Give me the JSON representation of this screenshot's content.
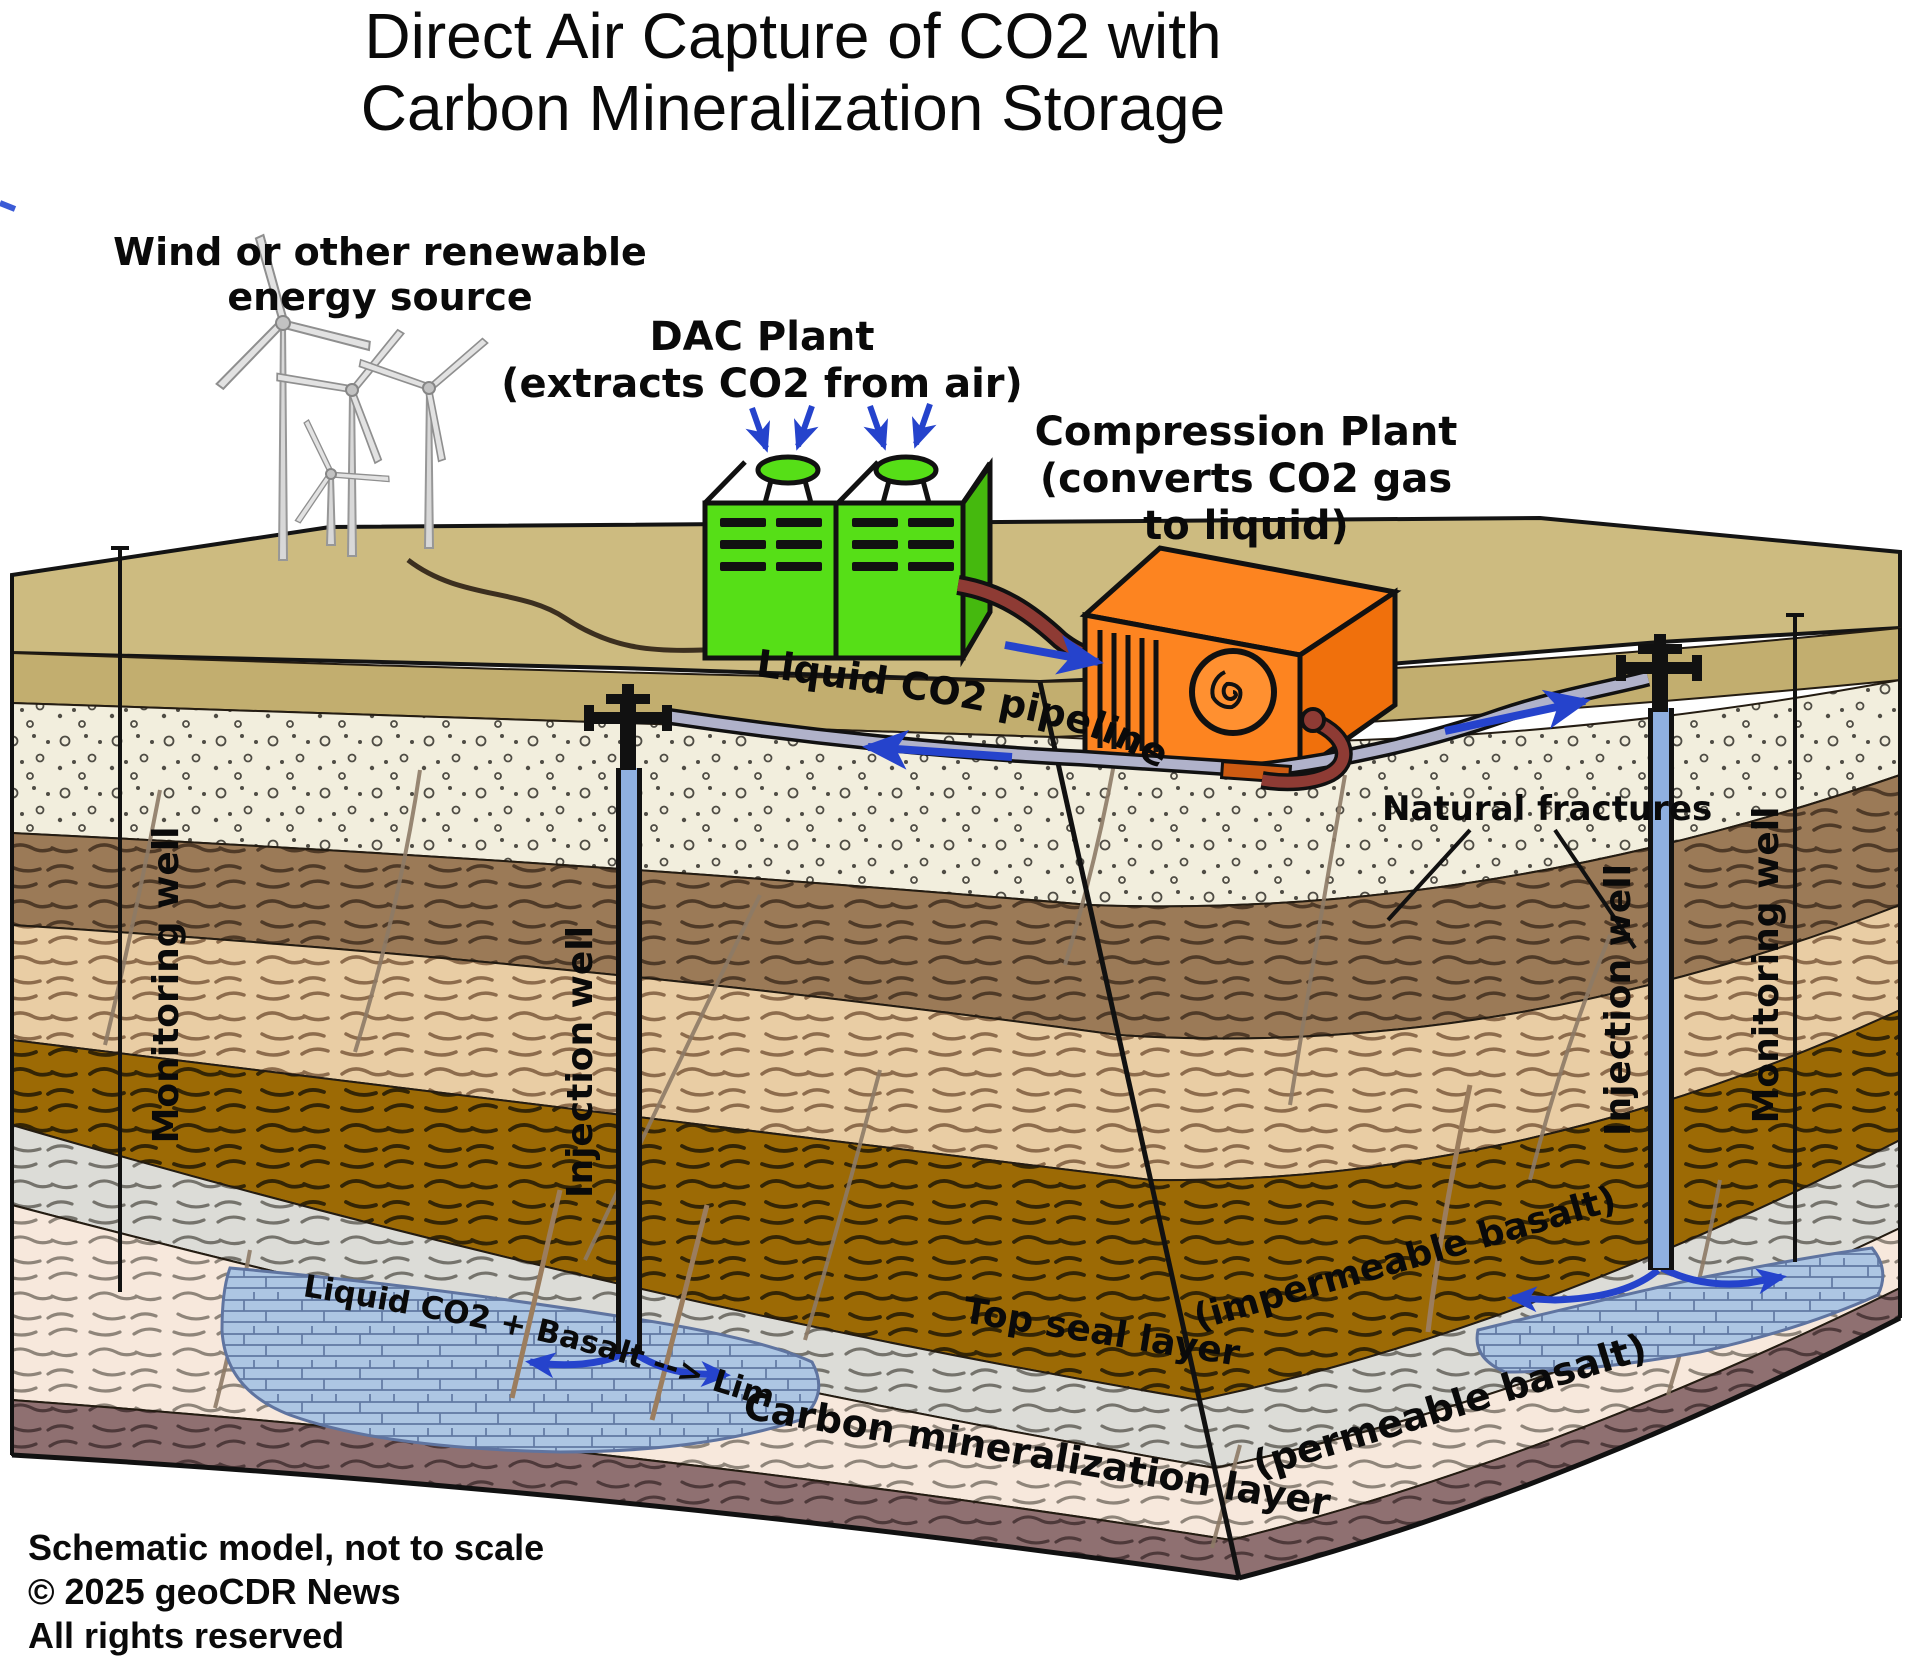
{
  "title": {
    "line1": "Direct Air Capture of CO2 with",
    "line2": "Carbon Mineralization Storage"
  },
  "source_labels": {
    "wind": {
      "line1": "Wind or other renewable",
      "line2": "energy source"
    },
    "dac": {
      "line1": "DAC Plant",
      "line2": "(extracts CO2 from air)"
    },
    "compression": {
      "line1": "Compression Plant",
      "line2": "(converts CO2 gas",
      "line3": "to liquid)"
    },
    "pipeline": "Liquid CO2  pipeline"
  },
  "wells": {
    "left_monitoring": "Monitoring well",
    "left_injection": "Injection well",
    "right_injection": "Injection well",
    "right_monitoring": "Monitoring well"
  },
  "geology": {
    "natural_fractures": "Natural fractures",
    "reaction": "Liquid CO2 + Basalt --> Limestone",
    "top_seal": "Top seal layer",
    "top_seal_note": "(impermeable basalt)",
    "mineralization": "Carbon mineralization layer",
    "mineralization_note": "(permeable basalt)"
  },
  "footer": {
    "line1": "Schematic model, not to scale",
    "line2": "© 2025 geoCDR News",
    "line3": "All rights reserved"
  },
  "colors": {
    "dac_green": "#56df17",
    "compression_orange": "#fd8420",
    "transfer_pipe_red": "#8e3b34",
    "pipeline_gray": "#b0b2ca",
    "flow_arrow_blue": "#2543cc",
    "co2_plume_blue": "#adc6e3",
    "well_pipe_blue": "#8fb0e0",
    "surface_tan": "#cdbb80",
    "sand_gravel_cream": "#f2eedd",
    "sediment_brown": "#9b7a57",
    "sediment_light_tan": "#e9cda4",
    "sediment_dark_ochre": "#9c6a05",
    "top_seal_gray": "#dcdcd7",
    "mineralization_pink": "#f7e8dc",
    "basement_mauve": "#8f7071"
  }
}
